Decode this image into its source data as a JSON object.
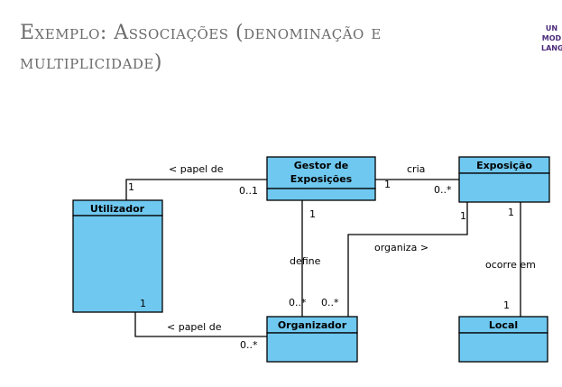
{
  "slide": {
    "title_line1": "Exemplo: Associações (denominação e",
    "title_line2": "multiplicidade)",
    "logo_lines": [
      "UN",
      "MOD",
      "LANG"
    ]
  },
  "diagram": {
    "classes": {
      "gestor": {
        "name_line1": "Gestor de",
        "name_line2": "Exposições"
      },
      "exposicao": {
        "name": "Exposição"
      },
      "utilizador": {
        "name": "Utilizador"
      },
      "organizador": {
        "name": "Organizador"
      },
      "local": {
        "name": "Local"
      }
    },
    "associations": {
      "papel_de_gestor": {
        "label": "< papel de",
        "mult_utilizador": "1",
        "mult_gestor": "0..1"
      },
      "cria": {
        "label": "cria",
        "mult_gestor": "1",
        "mult_exposicao": "0..*"
      },
      "define": {
        "label": "define",
        "mult_gestor": "1",
        "mult_organizador": "0..*"
      },
      "organiza": {
        "label": "organiza >",
        "mult_exposicao": "1",
        "mult_organizador": "0..*"
      },
      "ocorre_em": {
        "label": "ocorre em",
        "mult_exposicao": "1",
        "mult_local": "1"
      },
      "papel_de_organizador": {
        "label": "< papel de",
        "mult_utilizador": "1",
        "mult_organizador": "0..*"
      }
    },
    "colors": {
      "class_fill": "#6fc8ef",
      "stroke": "#000000"
    }
  }
}
